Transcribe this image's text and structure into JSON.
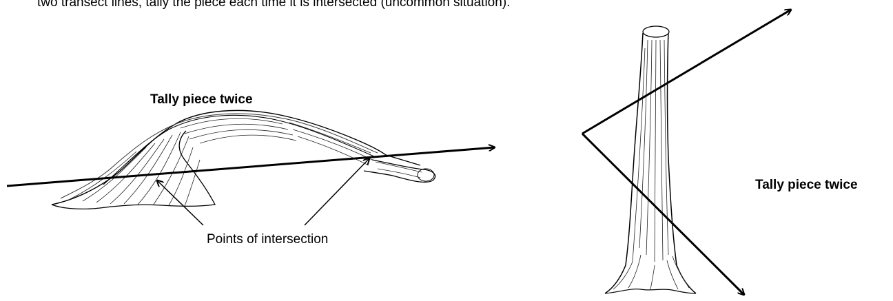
{
  "figure": {
    "caption_fragment": "two transect lines, tally the piece each time it is intersected (uncommon situation).",
    "left_panel": {
      "tally_label": "Tally piece twice",
      "intersection_label": "Points of intersection",
      "illustration": "arched-log-icon"
    },
    "right_panel": {
      "tally_label": "Tally piece twice",
      "illustration": "standing-snag-icon"
    },
    "colors": {
      "ink": "#000000",
      "background": "#ffffff"
    }
  }
}
